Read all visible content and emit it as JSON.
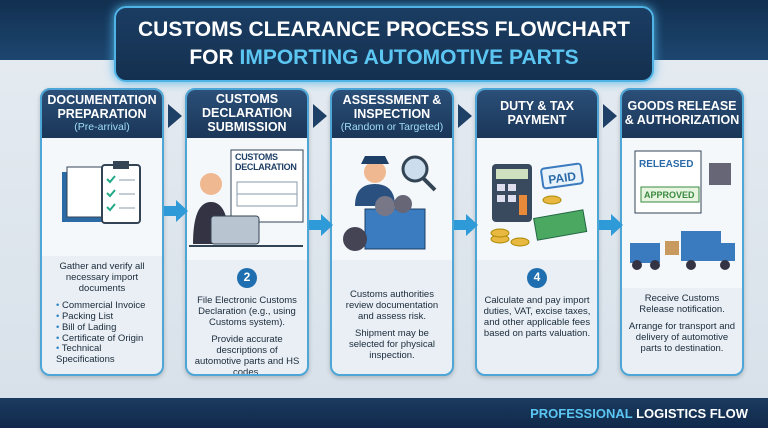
{
  "title": {
    "line1": "CUSTOMS CLEARANCE PROCESS FLOWCHART",
    "line2_prefix": "FOR",
    "line2_accent": "IMPORTING AUTOMOTIVE PARTS"
  },
  "colors": {
    "header": "#1a3658",
    "accent": "#4fb3e6",
    "footer": "#10294a"
  },
  "steps": [
    {
      "title": "DOCUMENTATION PREPARATION",
      "subtitle": "(Pre-arrival)",
      "icon": "documents-checklist-icon",
      "intro": "Gather and verify all necessary import documents",
      "items": [
        "Commercial Invoice",
        "Packing List",
        "Bill of Lading",
        "Certificate of Origin",
        "Technical Specifications"
      ]
    },
    {
      "title": "CUSTOMS DECLARATION SUBMISSION",
      "number": "2",
      "icon": "officer-laptop-icon",
      "illus_label": "CUSTOMS DECLARATION",
      "text1": "File Electronic Customs Declaration (e.g., using Customs system).",
      "text2": "Provide accurate descriptions of automotive parts and HS codes."
    },
    {
      "title": "ASSESSMENT & INSPECTION",
      "subtitle": "(Random or Targeted)",
      "icon": "inspector-container-icon",
      "text1": "Customs authorities review documentation and assess risk.",
      "text2": "Shipment may be selected for physical inspection."
    },
    {
      "title": "DUTY & TAX PAYMENT",
      "number": "4",
      "icon": "calculator-money-icon",
      "illus_label": "PAID",
      "text1": "Calculate and pay import duties, VAT, excise taxes, and other applicable fees based on parts valuation."
    },
    {
      "title": "GOODS RELEASE & AUTHORIZATION",
      "icon": "release-truck-icon",
      "illus_label": "RELEASED",
      "illus_label2": "APPROVED",
      "text1": "Receive Customs Release notification.",
      "text2": "Arrange for transport and delivery of automotive parts to destination."
    }
  ],
  "footer": {
    "accent": "PROFESSIONAL",
    "rest": "LOGISTICS FLOW"
  }
}
